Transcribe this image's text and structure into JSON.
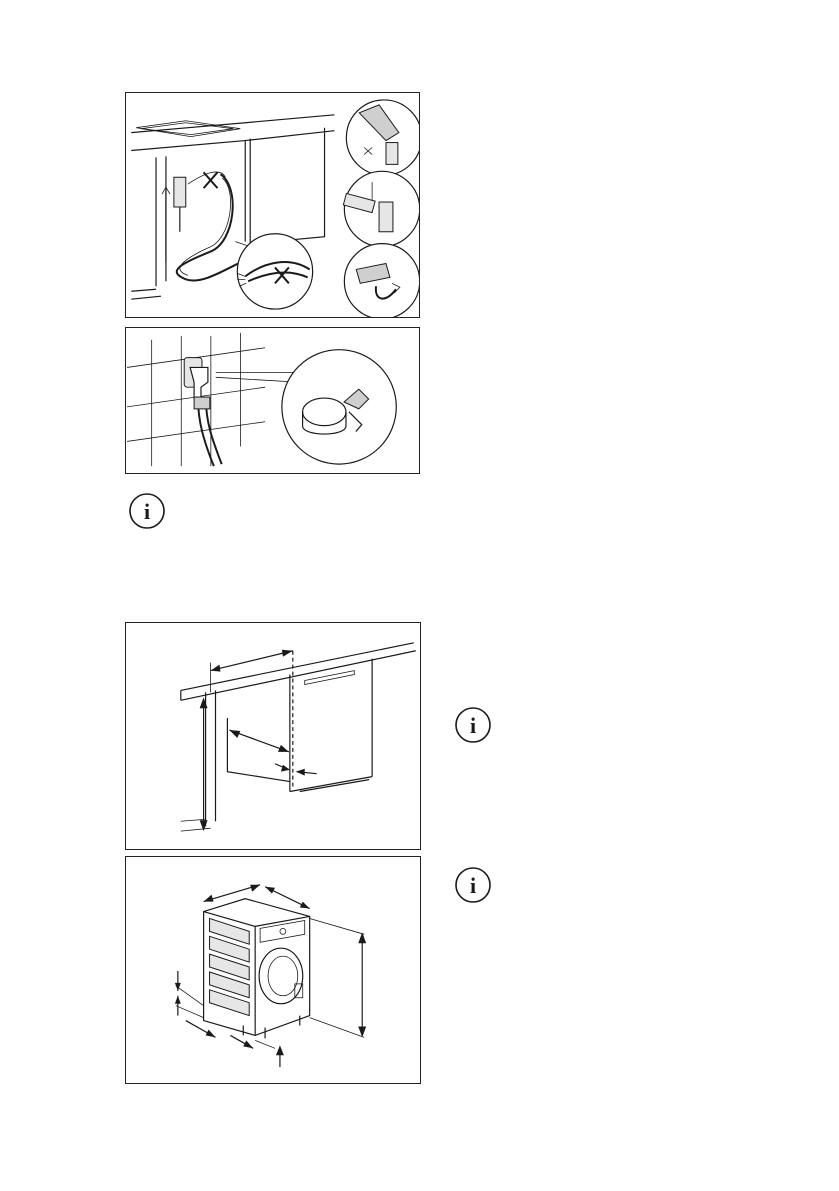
{
  "figures": [
    {
      "id": "inlet-hose-connection",
      "icon": "inlet-hose-diagram"
    },
    {
      "id": "drain-hose-clamp",
      "icon": "drain-hose-diagram"
    },
    {
      "id": "niche-dimensions",
      "icon": "niche-dimensions-diagram"
    },
    {
      "id": "appliance-dimensions",
      "icon": "appliance-dimensions-diagram"
    }
  ],
  "info_icons": [
    {
      "id": "info-1",
      "glyph": "i"
    },
    {
      "id": "info-2",
      "glyph": "i"
    },
    {
      "id": "info-3",
      "glyph": "i"
    }
  ],
  "colors": {
    "line": "#1a1a1a",
    "shade": "#cfcfcf",
    "background": "#ffffff"
  }
}
